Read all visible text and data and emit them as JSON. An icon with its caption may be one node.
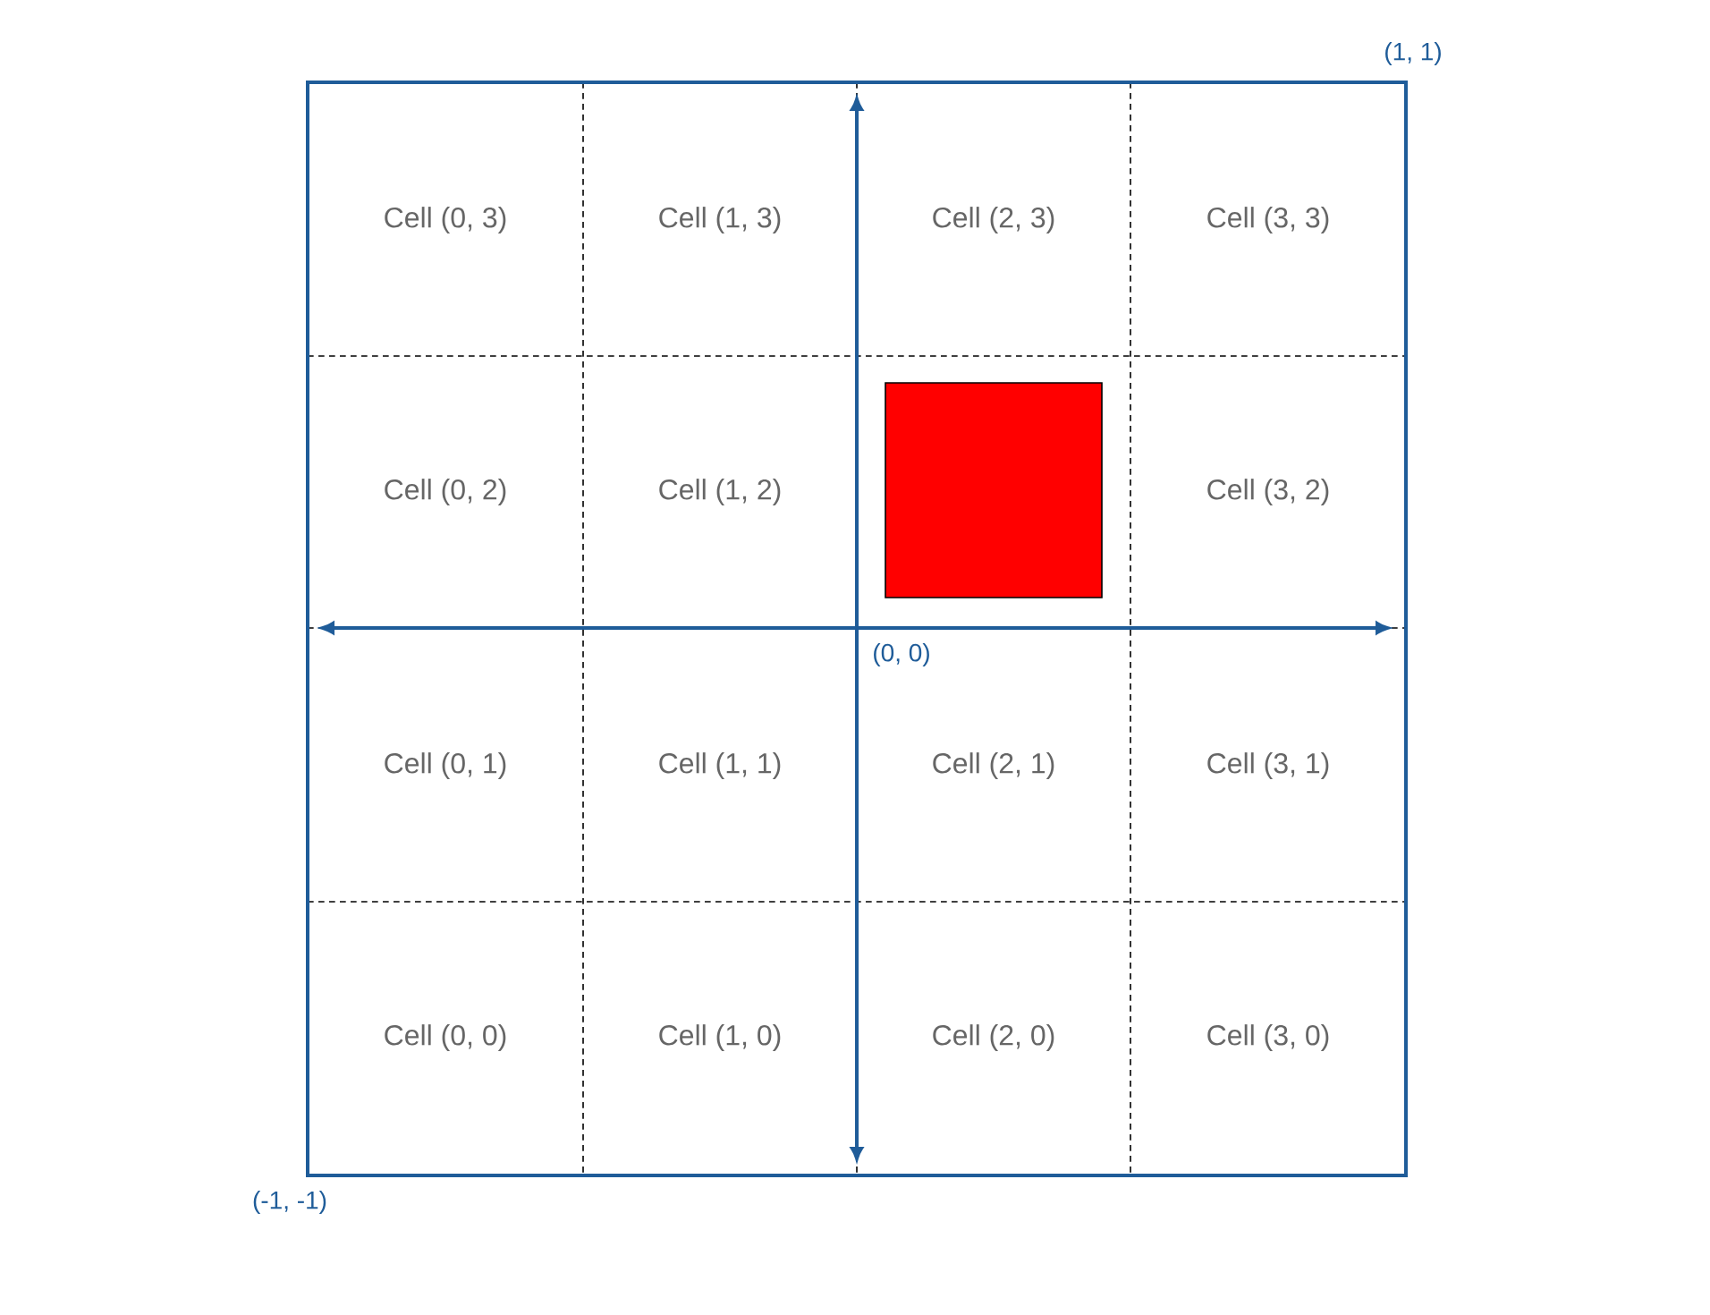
{
  "diagram": {
    "nodes": [
      {
        "text": [],
        "shape": "box"
      }
    ],
    "labels": [
      "(1, 1)",
      "Cell (0, 3)",
      "Cell (1, 3)",
      "Cell (2, 3)",
      "Cell (3, 3)",
      "Cell (0, 2)",
      "Cell (1, 2)",
      "Cell (3, 2)",
      "(0, 0)",
      "Cell (0, 1)",
      "Cell (1, 1)",
      "Cell (2, 1)",
      "Cell (3, 1)",
      "Cell (0, 0)",
      "Cell (1, 0)",
      "Cell (2, 0)",
      "Cell (3, 0)",
      "(-1, -1)"
    ]
  }
}
